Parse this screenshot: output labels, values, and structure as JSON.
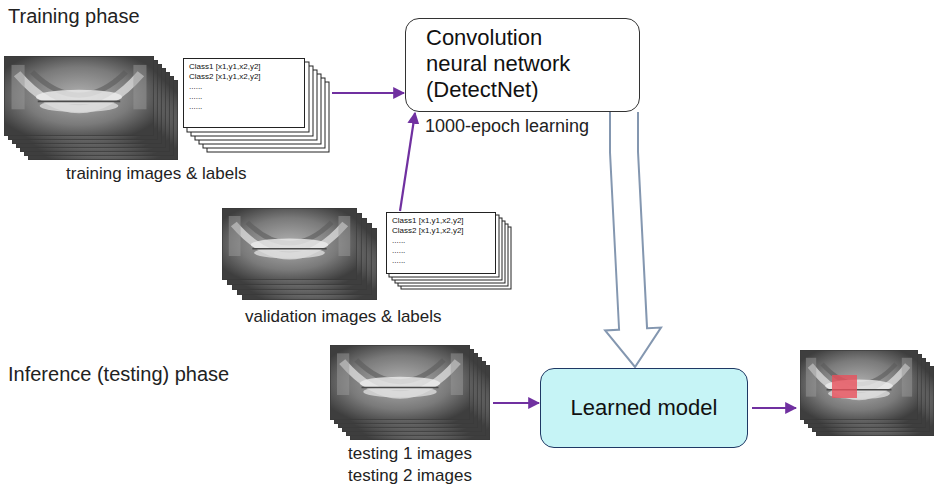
{
  "diagram": {
    "nodes": [
      {
        "text": [
          "Class1 [x1,y1,x2,y2]",
          "Class2 [x1,y1,x2,y2]",
          "......",
          "......",
          "......"
        ]
      },
      {
        "text": [
          "Convolution neural network (DetectNet)"
        ]
      },
      {
        "text": [
          "Class1 [x1,y1,x2,y2]",
          "Class2 [x1,y1,x2,y2]",
          "......",
          "......",
          "......"
        ]
      },
      {
        "text": [
          "testing 1 images",
          "testing 2 images"
        ]
      },
      {
        "text": [
          "Learned model"
        ]
      }
    ],
    "edges": [
      {
        "from": 0,
        "to": 1,
        "arrow": "to"
      },
      {
        "from": 2,
        "to": 1,
        "arrow": "to"
      },
      {
        "from": 1,
        "to": 4,
        "arrow": "to"
      },
      {
        "from": 3,
        "to": 4,
        "arrow": "to"
      }
    ],
    "labels": [
      "Training phase",
      "training images & labels",
      "1000-epoch learning",
      "validation images & labels",
      "Inference (testing) phase"
    ]
  }
}
